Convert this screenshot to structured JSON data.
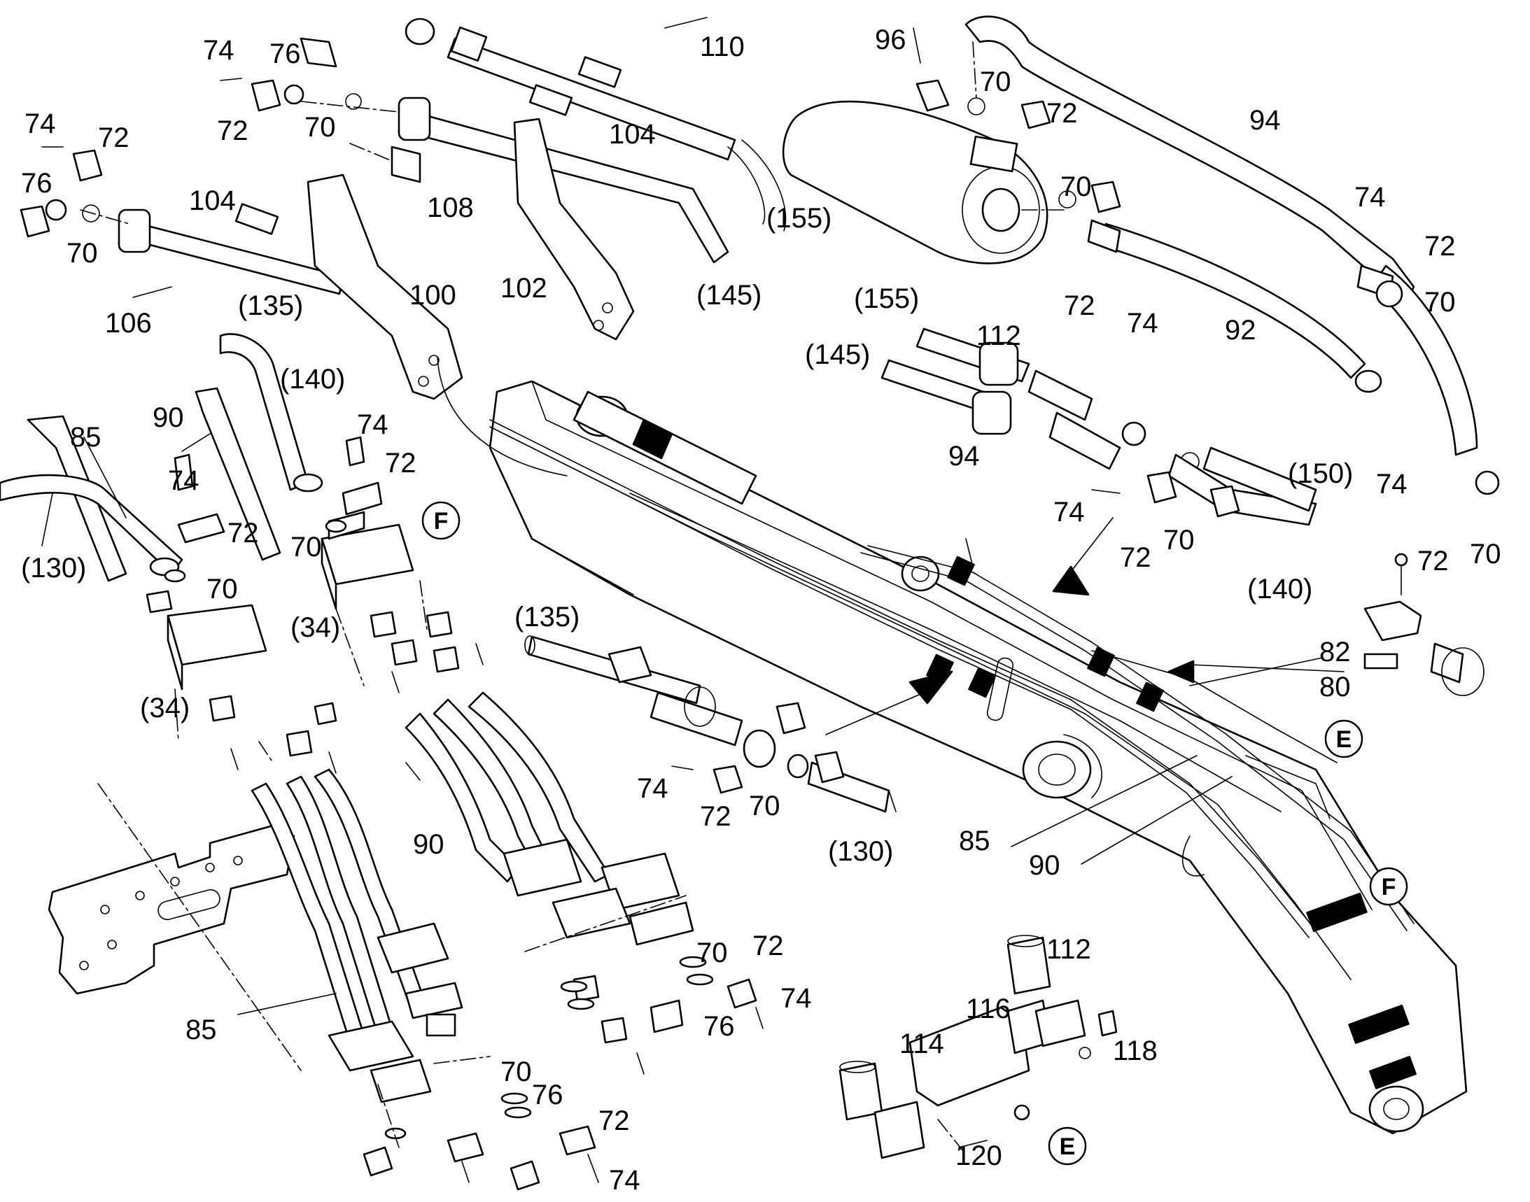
{
  "callouts": [
    {
      "id": "c110",
      "text": "110"
    },
    {
      "id": "c96",
      "text": "96"
    },
    {
      "id": "c74a",
      "text": "74"
    },
    {
      "id": "c76a",
      "text": "76"
    },
    {
      "id": "c72a",
      "text": "72"
    },
    {
      "id": "c70a",
      "text": "70"
    },
    {
      "id": "c104a",
      "text": "104"
    },
    {
      "id": "c74b",
      "text": "74"
    },
    {
      "id": "c72b",
      "text": "72"
    },
    {
      "id": "c76b",
      "text": "76"
    },
    {
      "id": "c70b",
      "text": "70"
    },
    {
      "id": "c104b",
      "text": "104"
    },
    {
      "id": "c108",
      "text": "108"
    },
    {
      "id": "c106",
      "text": "106"
    },
    {
      "id": "c135a",
      "text": "(135)"
    },
    {
      "id": "c100",
      "text": "100"
    },
    {
      "id": "c102",
      "text": "102"
    },
    {
      "id": "c145a",
      "text": "(145)"
    },
    {
      "id": "c155a",
      "text": "(155)"
    },
    {
      "id": "c70c",
      "text": "70"
    },
    {
      "id": "c72c",
      "text": "72"
    },
    {
      "id": "c94a",
      "text": "94"
    },
    {
      "id": "c70d",
      "text": "70"
    },
    {
      "id": "c74c",
      "text": "74"
    },
    {
      "id": "c72d",
      "text": "72"
    },
    {
      "id": "c70e",
      "text": "70"
    },
    {
      "id": "c72e",
      "text": "72"
    },
    {
      "id": "c74d",
      "text": "74"
    },
    {
      "id": "c92",
      "text": "92"
    },
    {
      "id": "c155b",
      "text": "(155)"
    },
    {
      "id": "c112a",
      "text": "112"
    },
    {
      "id": "c145b",
      "text": "(145)"
    },
    {
      "id": "c140a",
      "text": "(140)"
    },
    {
      "id": "c90a",
      "text": "90"
    },
    {
      "id": "c85a",
      "text": "85"
    },
    {
      "id": "c74e",
      "text": "74"
    },
    {
      "id": "c72f",
      "text": "72"
    },
    {
      "id": "c74f",
      "text": "74"
    },
    {
      "id": "c72g",
      "text": "72"
    },
    {
      "id": "c70f",
      "text": "70"
    },
    {
      "id": "c130a",
      "text": "(130)"
    },
    {
      "id": "c70g",
      "text": "70"
    },
    {
      "id": "c34a",
      "text": "(34)"
    },
    {
      "id": "c34b",
      "text": "(34)"
    },
    {
      "id": "c94b",
      "text": "94"
    },
    {
      "id": "c150",
      "text": "(150)"
    },
    {
      "id": "c74g",
      "text": "74"
    },
    {
      "id": "c70h",
      "text": "70"
    },
    {
      "id": "c72h",
      "text": "72"
    },
    {
      "id": "c140b",
      "text": "(140)"
    },
    {
      "id": "c74h",
      "text": "74"
    },
    {
      "id": "c72i",
      "text": "72"
    },
    {
      "id": "c70i",
      "text": "70"
    },
    {
      "id": "c82",
      "text": "82"
    },
    {
      "id": "c80",
      "text": "80"
    },
    {
      "id": "c135b",
      "text": "(135)"
    },
    {
      "id": "c74i",
      "text": "74"
    },
    {
      "id": "c72j",
      "text": "72"
    },
    {
      "id": "c70j",
      "text": "70"
    },
    {
      "id": "c130b",
      "text": "(130)"
    },
    {
      "id": "c90b",
      "text": "90"
    },
    {
      "id": "c85b",
      "text": "85"
    },
    {
      "id": "c90c",
      "text": "90"
    },
    {
      "id": "c70k",
      "text": "70"
    },
    {
      "id": "c72k",
      "text": "72"
    },
    {
      "id": "c74j",
      "text": "74"
    },
    {
      "id": "c76c",
      "text": "76"
    },
    {
      "id": "c85c",
      "text": "85"
    },
    {
      "id": "c70l",
      "text": "70"
    },
    {
      "id": "c76d",
      "text": "76"
    },
    {
      "id": "c72l",
      "text": "72"
    },
    {
      "id": "c74k",
      "text": "74"
    },
    {
      "id": "c112b",
      "text": "112"
    },
    {
      "id": "c116",
      "text": "116"
    },
    {
      "id": "c114",
      "text": "114"
    },
    {
      "id": "c118",
      "text": "118"
    },
    {
      "id": "c120",
      "text": "120"
    }
  ],
  "view_markers": [
    {
      "id": "mF1",
      "letter": "F"
    },
    {
      "id": "mE1",
      "letter": "E"
    },
    {
      "id": "mF2",
      "letter": "F"
    },
    {
      "id": "mE2",
      "letter": "E"
    }
  ]
}
